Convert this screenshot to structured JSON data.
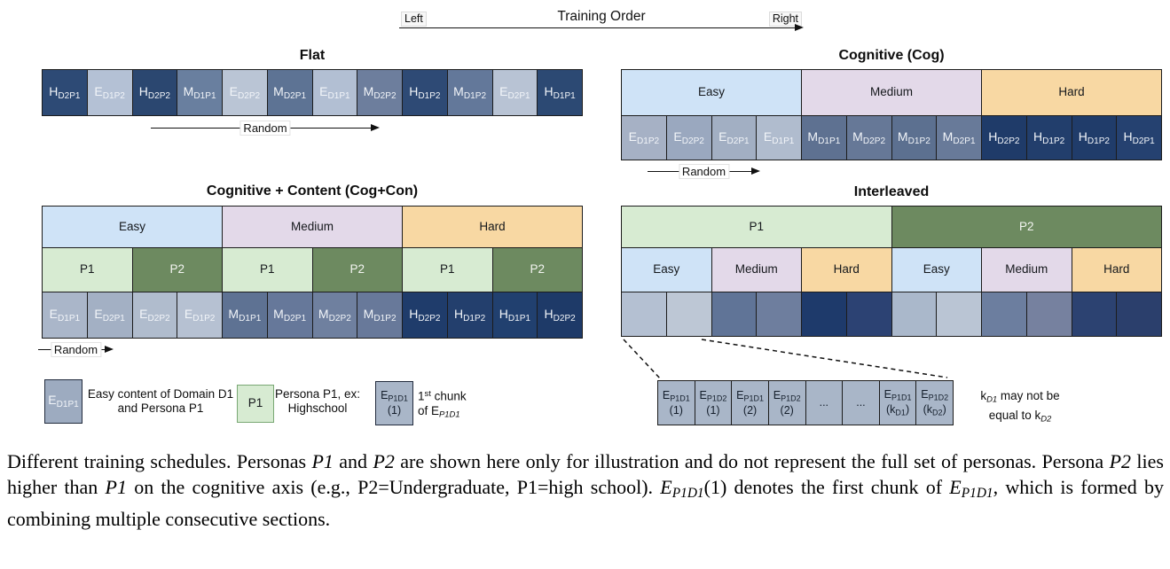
{
  "training_order": {
    "left": "Left",
    "title": "Training Order",
    "right": "Right"
  },
  "panels": {
    "flat": {
      "title": "Flat",
      "random_label": "Random",
      "cells": [
        {
          "main": "H",
          "sub": "D2P1",
          "bg": "#2d4a75"
        },
        {
          "main": "E",
          "sub": "D1P2",
          "bg": "#b4c1d5"
        },
        {
          "main": "H",
          "sub": "D2P2",
          "bg": "#2b4770"
        },
        {
          "main": "M",
          "sub": "D1P1",
          "bg": "#697f9f"
        },
        {
          "main": "E",
          "sub": "D2P2",
          "bg": "#bac5d5"
        },
        {
          "main": "M",
          "sub": "D2P1",
          "bg": "#5d7394"
        },
        {
          "main": "E",
          "sub": "D1P1",
          "bg": "#b2bfd3"
        },
        {
          "main": "M",
          "sub": "D2P2",
          "bg": "#6d7e9d"
        },
        {
          "main": "H",
          "sub": "D1P2",
          "bg": "#2e4a75"
        },
        {
          "main": "M",
          "sub": "D1P2",
          "bg": "#63789a"
        },
        {
          "main": "E",
          "sub": "D2P1",
          "bg": "#b8c3d4"
        },
        {
          "main": "H",
          "sub": "D1P1",
          "bg": "#2c4973"
        }
      ]
    },
    "cog": {
      "title": "Cognitive (Cog)",
      "random_label": "Random",
      "bands": [
        {
          "label": "Easy",
          "bg": "#cfe3f7"
        },
        {
          "label": "Medium",
          "bg": "#e3d9e9"
        },
        {
          "label": "Hard",
          "bg": "#f8d8a3"
        }
      ],
      "cells": [
        {
          "main": "E",
          "sub": "D1P2",
          "bg": "#a6b1c5"
        },
        {
          "main": "E",
          "sub": "D2P2",
          "bg": "#9aa8bf"
        },
        {
          "main": "E",
          "sub": "D2P1",
          "bg": "#a2afc3"
        },
        {
          "main": "E",
          "sub": "D1P1",
          "bg": "#b0bcce"
        },
        {
          "main": "M",
          "sub": "D1P1",
          "bg": "#5e7191"
        },
        {
          "main": "M",
          "sub": "D2P2",
          "bg": "#667897"
        },
        {
          "main": "M",
          "sub": "D1P2",
          "bg": "#5c7090"
        },
        {
          "main": "M",
          "sub": "D2P1",
          "bg": "#687a99"
        },
        {
          "main": "H",
          "sub": "D2P2",
          "bg": "#1f3b69"
        },
        {
          "main": "H",
          "sub": "D1P2",
          "bg": "#223e6c"
        },
        {
          "main": "H",
          "sub": "D1P2",
          "bg": "#203c6a"
        },
        {
          "main": "H",
          "sub": "D2P1",
          "bg": "#254170"
        }
      ]
    },
    "cogcon": {
      "title": "Cognitive + Content (Cog+Con)",
      "random_label": "Random",
      "bands": [
        {
          "label": "Easy",
          "bg": "#cfe3f7"
        },
        {
          "label": "Medium",
          "bg": "#e3d9e9"
        },
        {
          "label": "Hard",
          "bg": "#f8d8a3"
        }
      ],
      "personas": [
        {
          "label": "P1",
          "bg": "#d7ebd2"
        },
        {
          "label": "P2",
          "bg": "#6d8a60",
          "text": "light"
        },
        {
          "label": "P1",
          "bg": "#d7ebd2"
        },
        {
          "label": "P2",
          "bg": "#6d8a60",
          "text": "light"
        },
        {
          "label": "P1",
          "bg": "#d7ebd2"
        },
        {
          "label": "P2",
          "bg": "#6d8a60",
          "text": "light"
        }
      ],
      "cells": [
        {
          "main": "E",
          "sub": "D1P1",
          "bg": "#aab6c9"
        },
        {
          "main": "E",
          "sub": "D2P1",
          "bg": "#a3b0c4"
        },
        {
          "main": "E",
          "sub": "D2P2",
          "bg": "#b0bccd"
        },
        {
          "main": "E",
          "sub": "D1P2",
          "bg": "#b6c1d2"
        },
        {
          "main": "M",
          "sub": "D1P1",
          "bg": "#5e7293"
        },
        {
          "main": "M",
          "sub": "D2P1",
          "bg": "#66789a"
        },
        {
          "main": "M",
          "sub": "D2P2",
          "bg": "#6f809f"
        },
        {
          "main": "M",
          "sub": "D1P2",
          "bg": "#68799a"
        },
        {
          "main": "H",
          "sub": "D2P2",
          "bg": "#1f3c6b"
        },
        {
          "main": "H",
          "sub": "D1P2",
          "bg": "#233f6d"
        },
        {
          "main": "H",
          "sub": "D1P1",
          "bg": "#21406f"
        },
        {
          "main": "H",
          "sub": "D2P2",
          "bg": "#1e3a68"
        }
      ]
    },
    "interleaved": {
      "title": "Interleaved",
      "personas": [
        {
          "label": "P1",
          "bg": "#d7ebd2"
        },
        {
          "label": "P2",
          "bg": "#6d8a60",
          "text": "light"
        }
      ],
      "bands": [
        {
          "label": "Easy",
          "bg": "#cfe3f7"
        },
        {
          "label": "Medium",
          "bg": "#e3d9e9"
        },
        {
          "label": "Hard",
          "bg": "#f8d8a3"
        },
        {
          "label": "Easy",
          "bg": "#cfe3f7"
        },
        {
          "label": "Medium",
          "bg": "#e3d9e9"
        },
        {
          "label": "Hard",
          "bg": "#f8d8a3"
        }
      ],
      "cells": [
        {
          "bg": "#b4c0d2"
        },
        {
          "bg": "#bdc7d5"
        },
        {
          "bg": "#607497"
        },
        {
          "bg": "#6e7e9e"
        },
        {
          "bg": "#1e3a6b"
        },
        {
          "bg": "#2c4273"
        },
        {
          "bg": "#aab8cb"
        },
        {
          "bg": "#bac5d4"
        },
        {
          "bg": "#6c7e9f"
        },
        {
          "bg": "#76819f"
        },
        {
          "bg": "#2c4271"
        },
        {
          "bg": "#2b3f6c"
        }
      ]
    }
  },
  "zoom_strip": {
    "cells": [
      {
        "main": "E",
        "sub": "P1D1",
        "l2pre": "(1)",
        "bg": "#a9b6c8",
        "text": "dark"
      },
      {
        "main": "E",
        "sub": "P1D2",
        "l2pre": "(1)",
        "bg": "#a9b6c8",
        "text": "dark"
      },
      {
        "main": "E",
        "sub": "P1D1",
        "l2pre": "(2)",
        "bg": "#a9b6c8",
        "text": "dark"
      },
      {
        "main": "E",
        "sub": "P1D2",
        "l2pre": "(2)",
        "bg": "#a9b6c8",
        "text": "dark"
      },
      {
        "main": "...",
        "bg": "#a9b6c8",
        "text": "dark"
      },
      {
        "main": "...",
        "bg": "#a9b6c8",
        "text": "dark"
      },
      {
        "main": "E",
        "sub": "P1D1",
        "l2pre": "(k",
        "l2sub": "D1",
        "l2post": ")",
        "bg": "#a9b6c8",
        "text": "dark"
      },
      {
        "main": "E",
        "sub": "P1D2",
        "l2pre": "(k",
        "l2sub": "D2",
        "l2post": ")",
        "bg": "#a9b6c8",
        "text": "dark"
      }
    ],
    "note": [
      {
        "t": "k"
      },
      {
        "t": "D1",
        "s": "sub"
      },
      {
        "t": " may not be"
      },
      {
        "br": true
      },
      {
        "t": "equal to k"
      },
      {
        "t": "D2",
        "s": "sub"
      }
    ]
  },
  "legend": {
    "swatch1": [
      {
        "main": "E",
        "sub": "D1P1",
        "bg": "#9dabc0"
      }
    ],
    "desc1": [
      {
        "t": "Easy content of Domain D1"
      },
      {
        "br": true
      },
      {
        "t": "and Persona P1"
      }
    ],
    "swatch2": [
      {
        "label": "P1",
        "bg": "#d7ebd2"
      }
    ],
    "desc2": [
      {
        "t": "Persona P1, ex:"
      },
      {
        "br": true
      },
      {
        "t": "Highschool"
      }
    ],
    "swatch3": [
      {
        "main": "E",
        "sub": "P1D1",
        "l2pre": "(1)",
        "bg": "#a9b6c8",
        "text": "dark"
      }
    ],
    "desc3": [
      {
        "t": "1"
      },
      {
        "t": "st",
        "s": "sup"
      },
      {
        "t": " chunk"
      },
      {
        "br": true
      },
      {
        "t": "of E"
      },
      {
        "t": "P1D1",
        "s": "sub"
      }
    ]
  },
  "caption": {
    "segments": [
      {
        "t": "Different training schedules. Personas "
      },
      {
        "t": "P1",
        "s": "i"
      },
      {
        "t": " and "
      },
      {
        "t": "P2",
        "s": "i"
      },
      {
        "t": " are shown here only for illustration and do not represent the full set of personas. Persona "
      },
      {
        "t": "P2",
        "s": "i"
      },
      {
        "t": " lies higher than "
      },
      {
        "t": "P1",
        "s": "i"
      },
      {
        "t": " on the cognitive axis (e.g., P2=Undergraduate, P1=high school). "
      },
      {
        "t": "E",
        "s": "i"
      },
      {
        "t": "P1D1",
        "s": "sub"
      },
      {
        "t": "(1) denotes the first chunk of "
      },
      {
        "t": "E",
        "s": "i"
      },
      {
        "t": "P1D1",
        "s": "sub"
      },
      {
        "t": ", which is formed by combining multiple consecutive sections."
      }
    ]
  }
}
